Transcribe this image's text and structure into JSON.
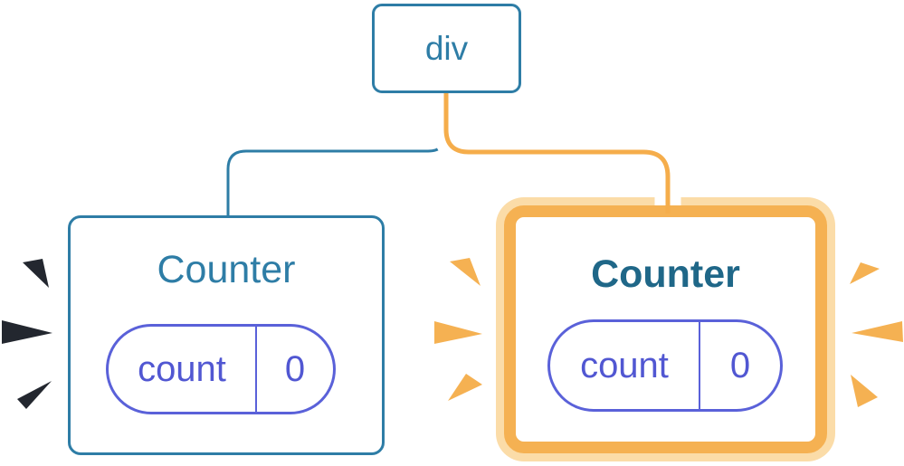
{
  "tree": {
    "root": {
      "label": "div"
    },
    "connectors": {
      "left_color": "#2E7DA6",
      "right_color": "#F5AD4B",
      "casing_color": "#FFFFFF"
    },
    "counters": [
      {
        "title": "Counter",
        "state": [
          {
            "name": "count",
            "value": "0"
          }
        ],
        "highlighted": false,
        "spark_color": "#23272F"
      },
      {
        "title": "Counter",
        "state": [
          {
            "name": "count",
            "value": "0"
          }
        ],
        "highlighted": true,
        "spark_color": "#F5B152"
      }
    ],
    "palette": {
      "node_blue": "#2E7DA6",
      "title_blue_bold": "#1F6788",
      "pill_indigo": "#5A61D9",
      "pill_text_indigo": "#5157D2",
      "highlight_orange": "#F5B152",
      "highlight_orange_light": "#FBDCA8",
      "background": "#FFFFFF"
    }
  }
}
